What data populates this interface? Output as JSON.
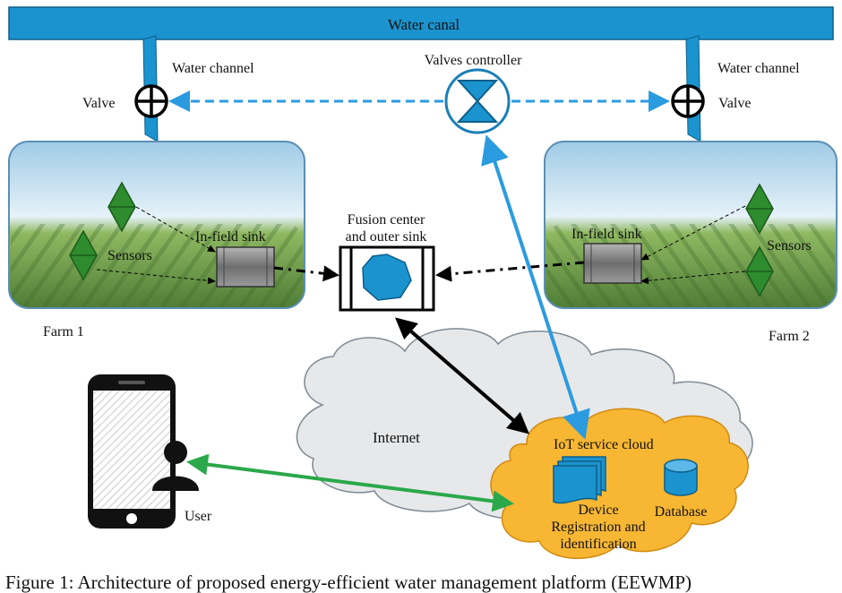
{
  "labels": {
    "canal": "Water canal",
    "channel_left": "Water channel",
    "channel_right": "Water channel",
    "valve_left": "Valve",
    "valve_right": "Valve",
    "valves_controller": "Valves controller",
    "fusion_center_l1": "Fusion center",
    "fusion_center_l2": "and outer sink",
    "infield_sink_left": "In-field sink",
    "infield_sink_right": "In-field sink",
    "sensors_left": "Sensors",
    "sensors_right": "Sensors",
    "farm1": "Farm 1",
    "farm2": "Farm 2",
    "internet": "Internet",
    "iot_cloud": "IoT service cloud",
    "device_l1": "Device",
    "device_l2": "Registration and",
    "device_l3": "identification",
    "database": "Database",
    "user": "User"
  },
  "caption": "Figure 1: Architecture of proposed energy-efficient water management platform (EEWMP)",
  "colors": {
    "canal": "#1b93cf",
    "control_link": "#2b9be0",
    "internet_link": "#000000",
    "user_link": "#2aa84a",
    "sensor": "#2e8b2e",
    "cloud_iot": "#f7b733",
    "sky": "#c9e3f2",
    "field": "#79a854"
  }
}
